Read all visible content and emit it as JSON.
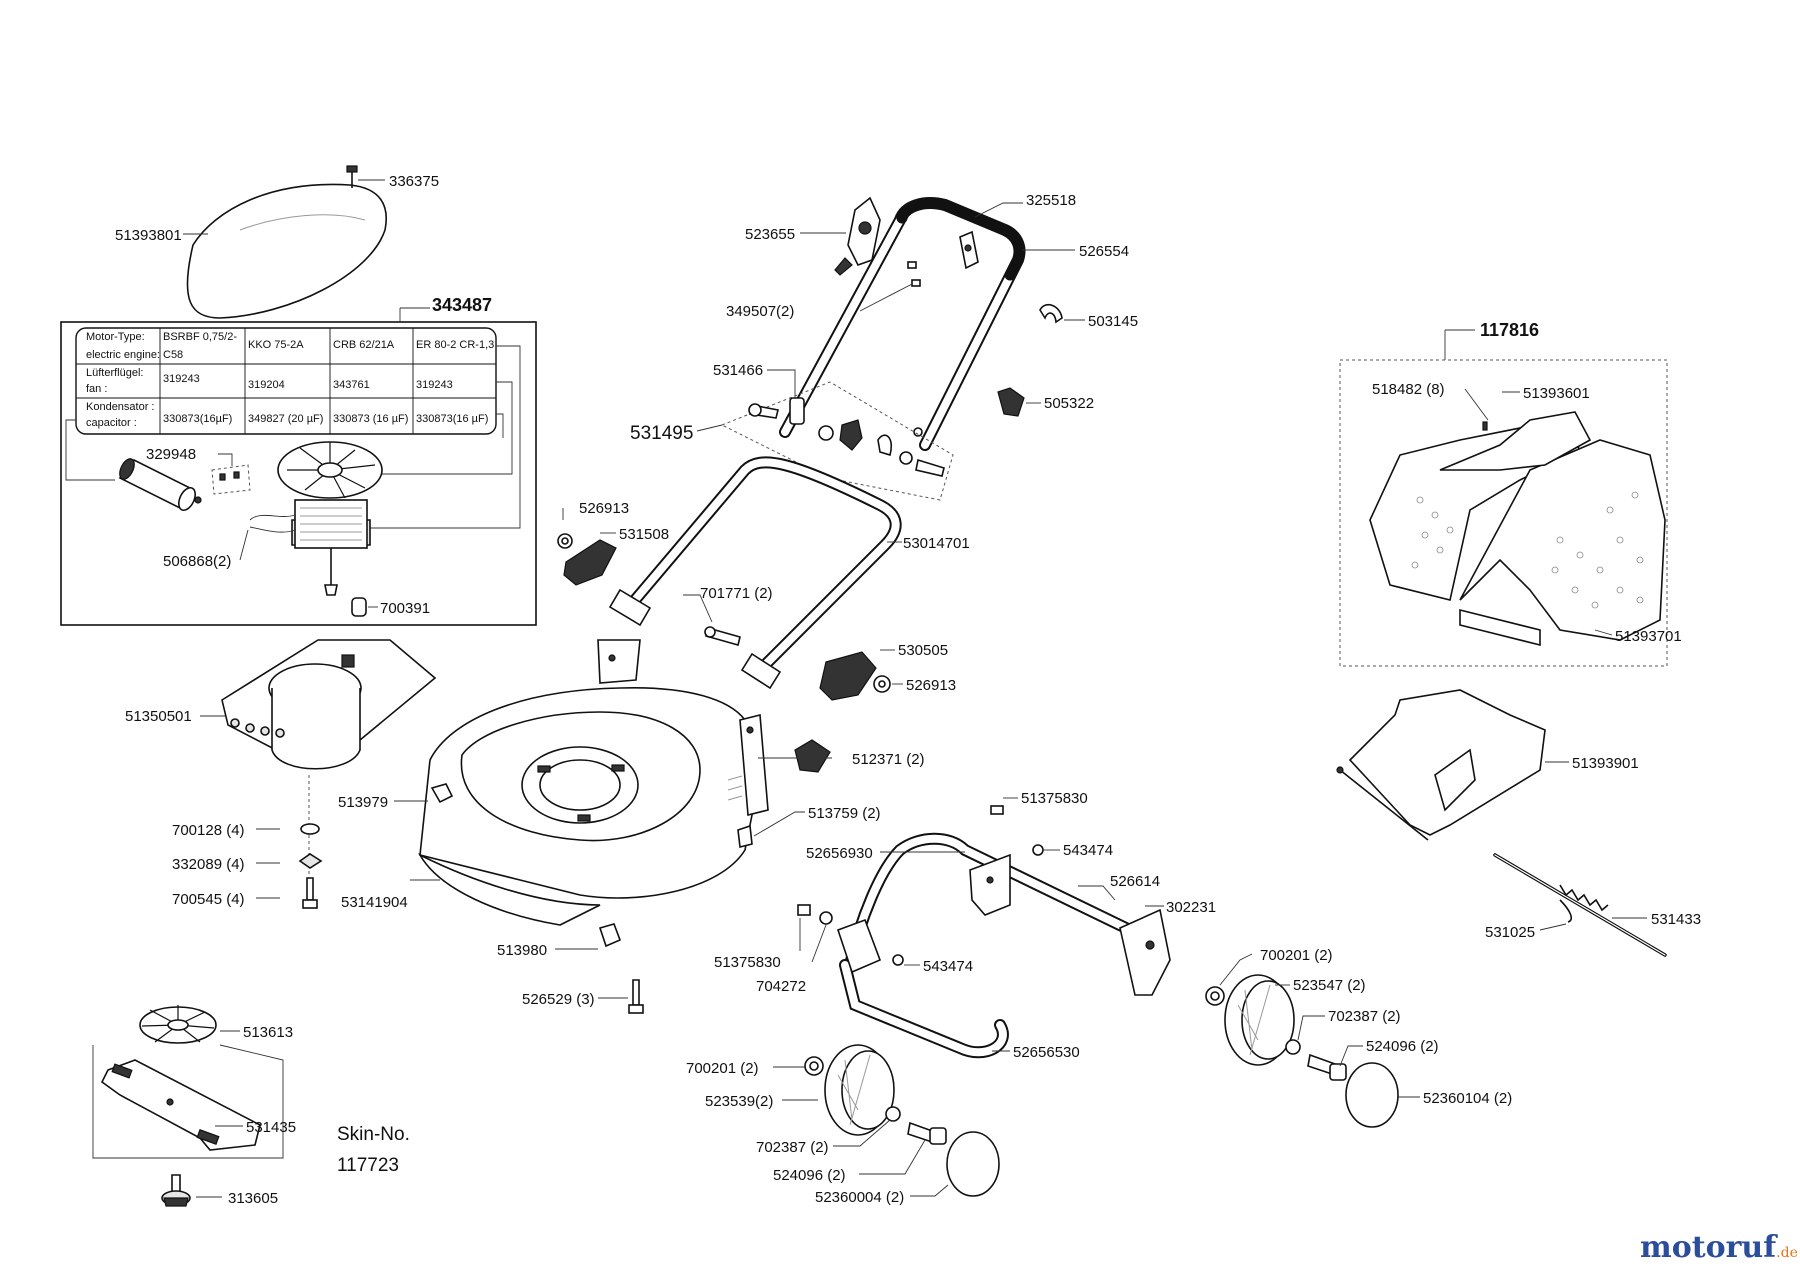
{
  "table": {
    "rows": [
      {
        "label": [
          "Motor-Type:",
          "electric engine:"
        ],
        "cells": [
          "BSRBF 0,75/2-C58",
          "KKO 75-2A",
          "CRB 62/21A",
          "ER 80-2 CR-1,3"
        ]
      },
      {
        "label": [
          "Lüfterflügel:",
          "fan :"
        ],
        "cells": [
          "319243",
          "319204",
          "343761",
          "319243"
        ]
      },
      {
        "label": [
          "Kondensator :",
          "capacitor :"
        ],
        "cells": [
          "330873(16µF)",
          "349827 (20 µF)",
          "330873 (16 µF)",
          "330873(16 µF)"
        ]
      }
    ]
  },
  "labels": {
    "p336375": "336375",
    "p51393801": "51393801",
    "p343487": "343487",
    "p329948": "329948",
    "p506868": "506868(2)",
    "p700391": "700391",
    "p51350501": "51350501",
    "p513979": "513979",
    "p700128": "700128 (4)",
    "p332089": "332089 (4)",
    "p700545": "700545 (4)",
    "p53141904": "53141904",
    "p513980": "513980",
    "p526529": "526529 (3)",
    "p513613": "513613",
    "p531435": "531435",
    "p313605": "313605",
    "skin_line1": "Skin-No.",
    "skin_line2": "117723",
    "p325518": "325518",
    "p523655": "523655",
    "p526554": "526554",
    "p349507": "349507(2)",
    "p503145": "503145",
    "p531466": "531466",
    "p505322": "505322",
    "p531495": "531495",
    "p526913a": "526913",
    "p531508": "531508",
    "p53014701": "53014701",
    "p701771": "701771 (2)",
    "p530505": "530505",
    "p526913b": "526913",
    "p512371": "512371 (2)",
    "p513759": "513759 (2)",
    "p51375830a": "51375830",
    "p52656930": "52656930",
    "p543474a": "543474",
    "p526614": "526614",
    "p302231": "302231",
    "p51375830b": "51375830",
    "p704272": "704272",
    "p543474b": "543474",
    "p52656530": "52656530",
    "p700201a": "700201 (2)",
    "p523539": "523539(2)",
    "p702387a": "702387 (2)",
    "p524096a": "524096 (2)",
    "p52360004": "52360004 (2)",
    "p700201b": "700201 (2)",
    "p523547": "523547 (2)",
    "p702387b": "702387 (2)",
    "p524096b": "524096 (2)",
    "p52360104": "52360104 (2)",
    "p117816": "117816",
    "p518482": "518482 (8)",
    "p51393601": "51393601",
    "p51393701": "51393701",
    "p51393901": "51393901",
    "p531025": "531025",
    "p531433": "531433"
  },
  "logo": {
    "text_main": "motoruf",
    "text_suffix": ".de"
  },
  "colors": {
    "logo_blue": "#2b4d9a",
    "logo_orange": "#e8731c",
    "ink": "#111111"
  }
}
